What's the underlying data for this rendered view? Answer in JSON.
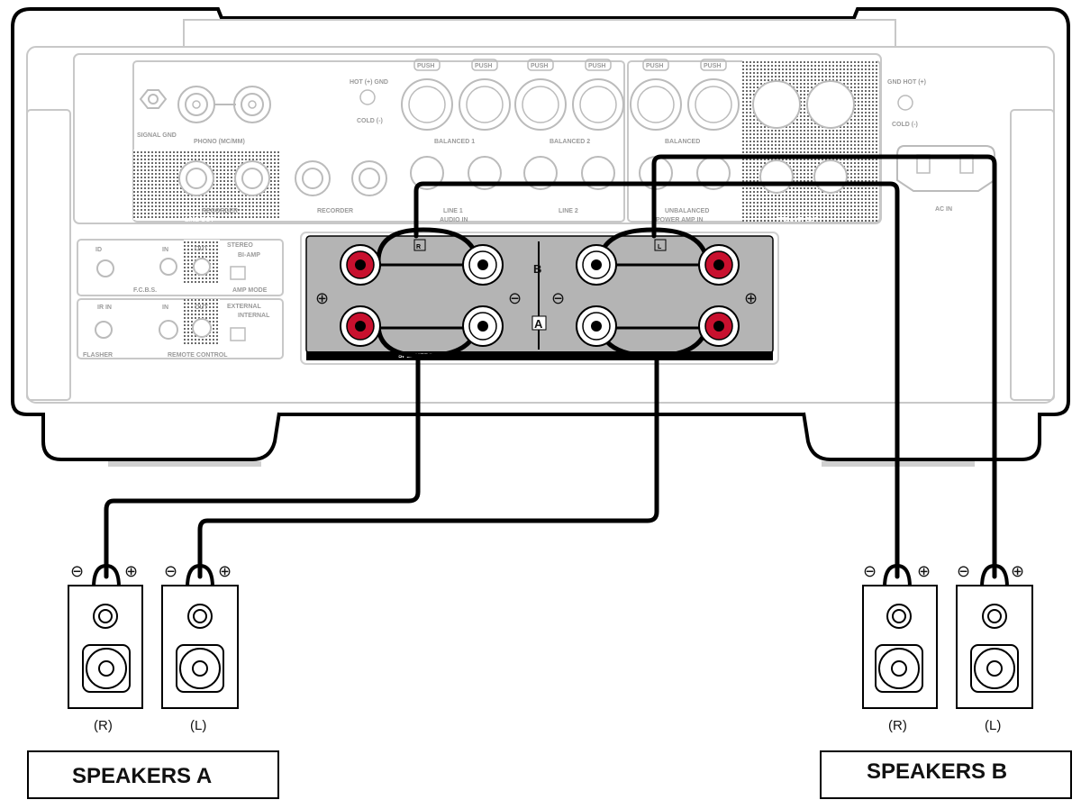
{
  "rear_panel": {
    "labels": {
      "signal_gnd": "SIGNAL GND",
      "phono": "PHONO (MC/MM)",
      "line_out": "LINE OUT",
      "recorder_out": "RECORDER",
      "recorder_in": "RECORDER",
      "hot_gnd": "HOT (+) GND",
      "cold": "COLD (-)",
      "push": "PUSH",
      "balanced1": "BALANCED 1",
      "balanced2": "BALANCED 2",
      "balanced": "BALANCED",
      "line1": "LINE 1",
      "line2": "LINE 2",
      "audio_in": "AUDIO IN",
      "unbalanced": "UNBALANCED",
      "power_amp_in": "POWER AMP IN",
      "preamp_out": "PREAMP OUT",
      "gnd_hot": "GND HOT (+)",
      "ac_in": "AC IN",
      "id": "ID",
      "in": "IN",
      "out": "OUT",
      "fcbs": "F.C.B.S.",
      "stereo": "STEREO",
      "bi_amp": "BI-AMP",
      "amp_mode": "AMP MODE",
      "ir_in": "IR IN",
      "flasher": "FLASHER",
      "external": "EXTERNAL",
      "internal": "INTERNAL",
      "remote_control": "REMOTE CONTROL",
      "r": "R",
      "l": "L"
    }
  },
  "terminals": {
    "label": "SPEAKERS",
    "right_channel": "R",
    "left_channel": "L",
    "row_b": "B",
    "row_a": "A",
    "plus": "⊕",
    "minus": "⊖"
  },
  "speakers": {
    "plus": "⊕",
    "minus": "⊖",
    "a_right": "(R)",
    "a_left": "(L)",
    "b_right": "(R)",
    "b_left": "(L)"
  },
  "groups": {
    "speakers_a": "SPEAKERS A",
    "speakers_b": "SPEAKERS B"
  },
  "colors": {
    "positive_terminal": "#c8102e",
    "panel": "#b4b4b4",
    "cable": "#000000"
  }
}
